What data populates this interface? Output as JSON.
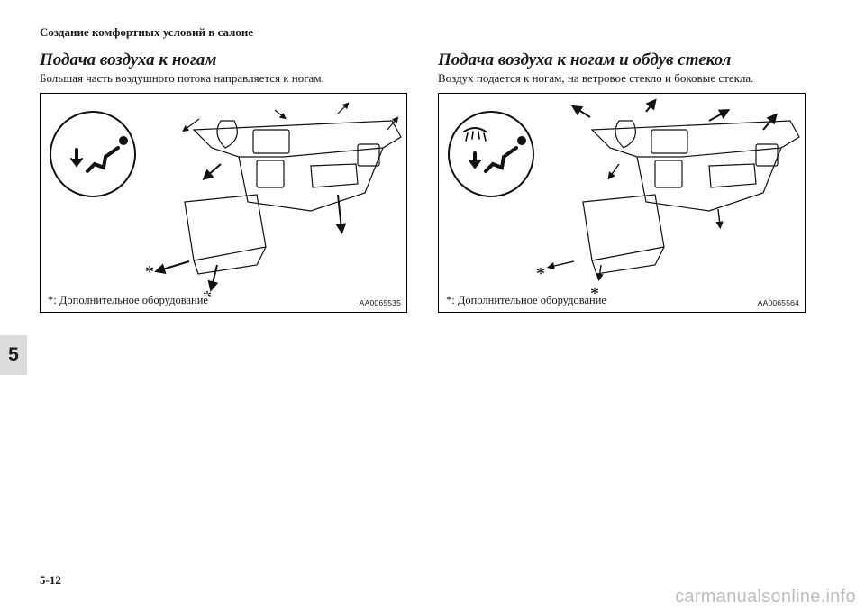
{
  "header": {
    "title": "Создание комфортных условий в салоне"
  },
  "sections": [
    {
      "title": "Подача воздуха к ногам",
      "description": "Большая часть воздушного потока направляется к ногам.",
      "figure": {
        "footnote": "*: Дополнительное оборудование",
        "code": "AA0065535",
        "mode_icon": "foot-vent-mode-icon",
        "asterisk": "*"
      }
    },
    {
      "title": "Подача воздуха к ногам и обдув стекол",
      "description": "Воздух подается к ногам, на ветровое стекло и боковые стекла.",
      "figure": {
        "footnote": "*: Дополнительное оборудование",
        "code": "AA0065564",
        "mode_icon": "foot-defrost-mode-icon",
        "asterisk": "*"
      }
    }
  ],
  "chapter_tab": "5",
  "page_number": "5-12",
  "watermark": "carmanualsonline.info"
}
